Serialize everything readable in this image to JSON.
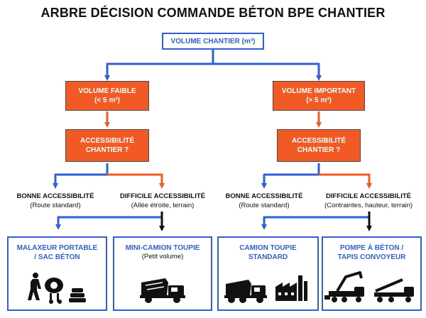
{
  "title": "ARBRE DÉCISION COMMANDE BÉTON BPE CHANTIER",
  "root": "VOLUME CHANTIER (m³)",
  "left": {
    "volume": {
      "line1": "VOLUME FAIBLE",
      "line2": "(< 5 m³)"
    },
    "access": {
      "line1": "ACCESSIBILITÉ",
      "line2": "CHANTIER ?"
    },
    "good": {
      "title": "BONNE ACCESSIBILITÉ",
      "note": "(Route standard)"
    },
    "hard": {
      "title": "DIFFICILE ACCESSIBILITÉ",
      "note": "(Allée étroite, terrain)"
    }
  },
  "right": {
    "volume": {
      "line1": "VOLUME IMPORTANT",
      "line2": "(> 5 m³)"
    },
    "access": {
      "line1": "ACCESSIBILITÉ",
      "line2": "CHANTIER ?"
    },
    "good": {
      "title": "BONNE ACCESSIBILITÉ",
      "note": "(Route standard)"
    },
    "hard": {
      "title": "DIFFICILE ACCESSIBILITÉ",
      "note": "(Contraintes, hauteur, terrain)"
    }
  },
  "results": [
    {
      "line1": "MALAXEUR PORTABLE",
      "line2": "/ SAC BÉTON",
      "sub": "",
      "icon": "worker-mixer-icon"
    },
    {
      "line1": "MINI-CAMION TOUPIE",
      "line2": "",
      "sub": "(Petit volume)",
      "icon": "mini-truck-icon"
    },
    {
      "line1": "CAMION TOUPIE",
      "line2": "STANDARD",
      "sub": "",
      "icon": "truck-factory-icon"
    },
    {
      "line1": "POMPE À BÉTON /",
      "line2": "TAPIS CONVOYEUR",
      "sub": "",
      "icon": "pump-conveyor-icon"
    }
  ],
  "colors": {
    "blue": "#2f5fd0",
    "orange": "#f15a24",
    "black": "#111111"
  }
}
